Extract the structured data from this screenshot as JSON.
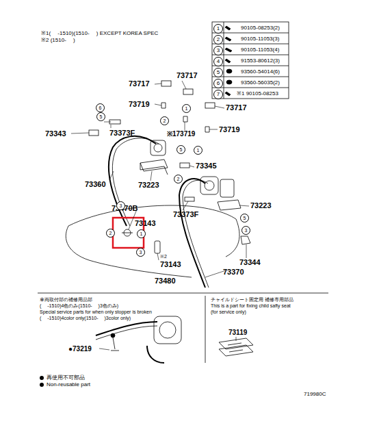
{
  "diagram": {
    "labels": [
      "※1(　 -1510)(1510-　 ) EXCEPT KOREA SPEC",
      "※2 (1510-　 )",
      "1",
      "90105-08253(2)",
      "2",
      "90105-11053(3)",
      "3",
      "90105-11053(4)",
      "4",
      "91553-80612(3)",
      "5",
      "93560-54014(6)",
      "6",
      "93560-56035(2)",
      "7",
      "※1 90105-08253",
      "73717",
      "73717",
      "73719",
      "73717",
      "73343",
      "73373F",
      "※173719",
      "73719",
      "73360",
      "73223",
      "73345",
      "73470B",
      "73143",
      "73373F",
      "73223",
      "73344",
      "※2",
      "73143",
      "73480",
      "73370",
      "6",
      "5",
      "2",
      "1",
      "5",
      "1",
      "2",
      "3",
      "1",
      "2",
      "3",
      "5",
      "3",
      "車両取付部の補修用品部",
      "(　 -1510)4色のみ(1510-　 )3色のみ)",
      "Special service parts for when only stopper is broken",
      "(　 -1510)4color only(1510-　 )3color only)",
      "●73219",
      "チャイルドシート固定用 補修専用部品",
      "This is a part for fixing child safty seat",
      "(for service only)",
      "73119",
      "719980C"
    ],
    "legend": [
      {
        "text": "再使用不可部品"
      },
      {
        "text": "Non-reusable part"
      }
    ]
  }
}
